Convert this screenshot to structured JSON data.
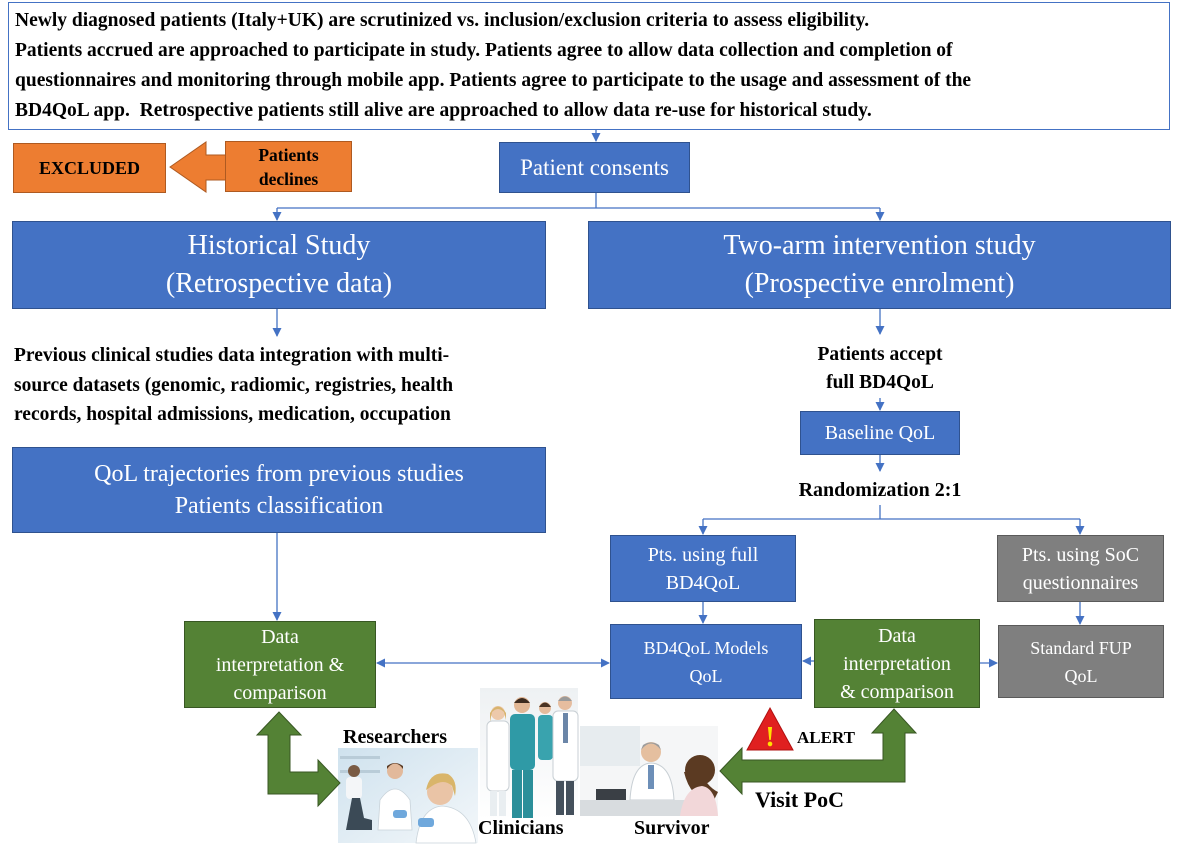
{
  "header": {
    "lines": [
      "Newly diagnosed patients (Italy+UK) are scrutinized vs. inclusion/exclusion criteria to assess eligibility.",
      "Patients accrued are approached to participate in study. Patients agree to allow data collection and completion of",
      "questionnaires and monitoring through mobile app. Patients agree to participate to the usage and assessment of the",
      "BD4QoL app.  Retrospective patients still alive are approached to allow data re-use for historical study."
    ]
  },
  "exclusion": {
    "excluded_label": "EXCLUDED",
    "declines_lines": [
      "Patients",
      "declines"
    ]
  },
  "consent": {
    "label": "Patient consents"
  },
  "historical": {
    "title": "Historical Study",
    "subtitle": "(Retrospective data)",
    "integration_lines": [
      "Previous clinical studies data integration with multi-",
      "source datasets (genomic, radiomic, registries, health",
      "records, hospital admissions, medication, occupation"
    ],
    "qol_lines": [
      "QoL trajectories from previous studies",
      "Patients classification"
    ],
    "interpretation_lines": [
      "Data",
      "interpretation &",
      "comparison"
    ]
  },
  "intervention": {
    "title": "Two-arm intervention study",
    "subtitle": "(Prospective enrolment)",
    "accept_lines": [
      "Patients accept",
      "full BD4QoL"
    ],
    "baseline": "Baseline QoL",
    "randomization": "Randomization 2:1",
    "full_arm_lines": [
      "Pts. using full",
      "BD4QoL"
    ],
    "soc_arm_lines": [
      "Pts. using SoC",
      "questionnaires"
    ],
    "models_lines": [
      "BD4QoL Models",
      "QoL"
    ],
    "standard_lines": [
      "Standard FUP",
      "QoL"
    ],
    "interpretation_lines": [
      "Data",
      "interpretation",
      "& comparison"
    ]
  },
  "stakeholders": {
    "researchers": "Researchers",
    "clinicians": "Clinicians",
    "survivor": "Survivor",
    "alert": "ALERT",
    "alert_symbol": "!",
    "visit": "Visit PoC"
  },
  "colors": {
    "blue": "#4472C4",
    "green": "#548235",
    "gray": "#7F7F7F",
    "orange": "#ED7D31",
    "alert_red": "#E02020",
    "alert_yellow": "#FFE000"
  }
}
